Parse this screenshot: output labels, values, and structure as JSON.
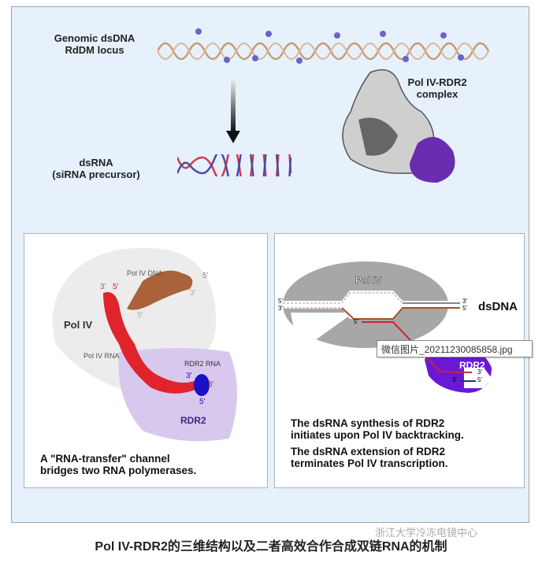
{
  "top": {
    "genomic_label_1": "Genomic dsDNA",
    "genomic_label_2": "RdDM locus",
    "dsrna_label_1": "dsRNA",
    "dsrna_label_2": "(siRNA precursor)",
    "complex_label_1": "Pol IV-RDR2",
    "complex_label_2": "complex"
  },
  "left_panel": {
    "pol4": "Pol IV",
    "pol4_dna": "Pol IV DNA",
    "pol4_rna": "Pol IV RNA",
    "rdr2_rna": "RDR2 RNA",
    "rdr2": "RDR2",
    "ends": {
      "a": "3'",
      "b": "5'",
      "c": "5'",
      "d": "3'",
      "e": "5'",
      "f": "3'",
      "g": "3'",
      "h": "5'"
    },
    "caption_1": "A \"RNA-transfer\" channel",
    "caption_2": "bridges two RNA polymerases."
  },
  "right_panel": {
    "pol4": "Pol IV",
    "dsdna": "dsDNA",
    "rdr2": "RDR2",
    "ends": {
      "l5": "5'",
      "l3": "3'",
      "r3": "3'",
      "r5": "5'",
      "rna5": "5'",
      "b3": "3'",
      "b5": "5'",
      "b3l": "3'"
    },
    "caption_1": "The dsRNA synthesis of RDR2",
    "caption_2": "initiates upon Pol IV backtracking.",
    "caption_3": "The dsRNA extension of RDR2",
    "caption_4": "terminates Pol IV transcription."
  },
  "tooltip": "微信图片_20211230085858.jpg",
  "caption": "Pol IV-RDR2的三维结构以及二者高效合作合成双链RNA的机制",
  "watermark": "浙江大学冷冻电镜中心"
}
